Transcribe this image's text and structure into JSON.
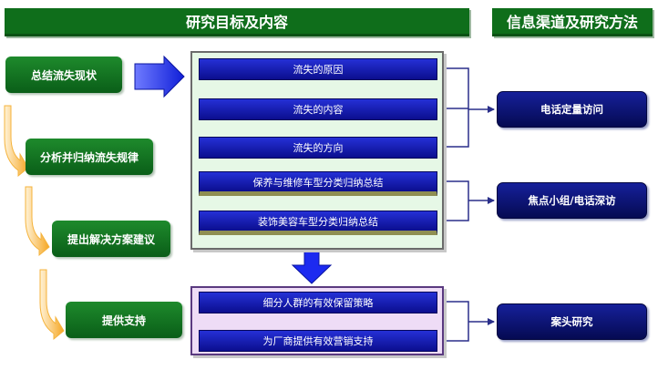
{
  "headers": {
    "left": "研究目标及内容",
    "right": "信息渠道及研究方法"
  },
  "steps": [
    "总结流失现状",
    "分析并归纳流失规律",
    "提出解决方案建议",
    "提供支持"
  ],
  "content_top": [
    "流失的原因",
    "流失的内容",
    "流失的方向",
    "保养与维修车型分类归纳总结",
    "装饰美容车型分类归纳总结"
  ],
  "content_bottom": [
    "细分人群的有效保留策略",
    "为厂商提供有效营销支持"
  ],
  "channels": [
    "电话定量访问",
    "焦点小组/电话深访",
    "案头研究"
  ],
  "colors": {
    "header_green": "#0f6e1b",
    "step_green": "#137a23",
    "bar_blue": "#1a22c0",
    "channel_navy": "#0a1070",
    "panel_top_fill": "#e6f8e6",
    "panel_bottom_fill": "#eedcf6",
    "arrow_blue": "#1c2af0",
    "curve_arrow_orange": "#f5b33c"
  }
}
